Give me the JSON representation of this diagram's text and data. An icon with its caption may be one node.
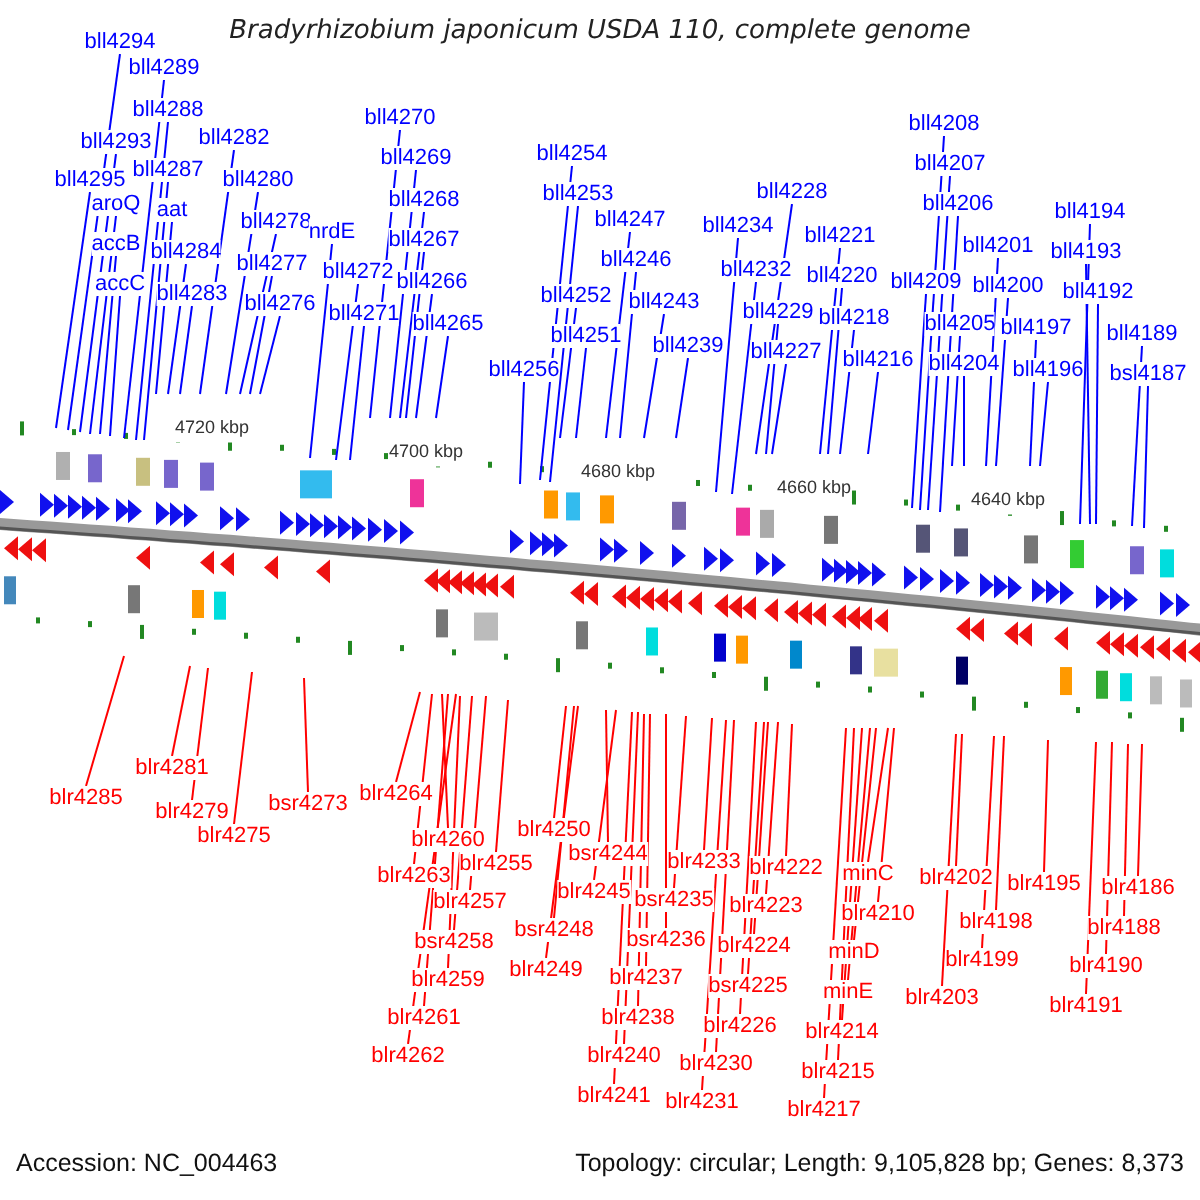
{
  "diagram": {
    "title": "Bradyrhizobium japonicum USDA 110, complete genome",
    "nodes": [
      {
        "text": [
          "bll4294"
        ]
      },
      {
        "text": [
          "bll4289"
        ]
      },
      {
        "text": [
          "bll4288"
        ]
      },
      {
        "text": [
          "bll4293"
        ]
      },
      {
        "text": [
          "bll4287"
        ]
      },
      {
        "text": [
          "bll4282"
        ]
      },
      {
        "text": [
          "bll4295"
        ]
      },
      {
        "text": [
          "aroQ"
        ]
      },
      {
        "text": [
          "aat"
        ]
      },
      {
        "text": [
          "accB"
        ]
      },
      {
        "text": [
          "bll4284"
        ]
      },
      {
        "text": [
          "accC"
        ]
      },
      {
        "text": [
          "bll4283"
        ]
      },
      {
        "text": [
          "bll4280"
        ]
      },
      {
        "text": [
          "bll4278"
        ]
      },
      {
        "text": [
          "bll4277"
        ]
      },
      {
        "text": [
          "bll4276"
        ]
      },
      {
        "text": [
          "nrdE"
        ]
      },
      {
        "text": [
          "bll4272"
        ]
      },
      {
        "text": [
          "bll4271"
        ]
      },
      {
        "text": [
          "bll4270"
        ]
      },
      {
        "text": [
          "bll4269"
        ]
      },
      {
        "text": [
          "bll4268"
        ]
      },
      {
        "text": [
          "bll4267"
        ]
      },
      {
        "text": [
          "bll4266"
        ]
      },
      {
        "text": [
          "bll4265"
        ]
      },
      {
        "text": [
          "bll4254"
        ]
      },
      {
        "text": [
          "bll4253"
        ]
      },
      {
        "text": [
          "bll4252"
        ]
      },
      {
        "text": [
          "bll4251"
        ]
      },
      {
        "text": [
          "bll4256"
        ]
      },
      {
        "text": [
          "bll4247"
        ]
      },
      {
        "text": [
          "bll4246"
        ]
      },
      {
        "text": [
          "bll4243"
        ]
      },
      {
        "text": [
          "bll4239"
        ]
      },
      {
        "text": [
          "bll4234"
        ]
      },
      {
        "text": [
          "bll4232"
        ]
      },
      {
        "text": [
          "bll4228"
        ]
      },
      {
        "text": [
          "bll4229"
        ]
      },
      {
        "text": [
          "bll4227"
        ]
      },
      {
        "text": [
          "bll4221"
        ]
      },
      {
        "text": [
          "bll4220"
        ]
      },
      {
        "text": [
          "bll4218"
        ]
      },
      {
        "text": [
          "bll4216"
        ]
      },
      {
        "text": [
          "bll4208"
        ]
      },
      {
        "text": [
          "bll4207"
        ]
      },
      {
        "text": [
          "bll4206"
        ]
      },
      {
        "text": [
          "bll4209"
        ]
      },
      {
        "text": [
          "bll4205"
        ]
      },
      {
        "text": [
          "bll4204"
        ]
      },
      {
        "text": [
          "bll4201"
        ]
      },
      {
        "text": [
          "bll4200"
        ]
      },
      {
        "text": [
          "bll4197"
        ]
      },
      {
        "text": [
          "bll4196"
        ]
      },
      {
        "text": [
          "bll4194"
        ]
      },
      {
        "text": [
          "bll4193"
        ]
      },
      {
        "text": [
          "bll4192"
        ]
      },
      {
        "text": [
          "bll4189"
        ]
      },
      {
        "text": [
          "bsl4187"
        ]
      },
      {
        "text": [
          "blr4285"
        ]
      },
      {
        "text": [
          "blr4281"
        ]
      },
      {
        "text": [
          "blr4279"
        ]
      },
      {
        "text": [
          "blr4275"
        ]
      },
      {
        "text": [
          "bsr4273"
        ]
      },
      {
        "text": [
          "blr4264"
        ]
      },
      {
        "text": [
          "blr4260"
        ]
      },
      {
        "text": [
          "blr4255"
        ]
      },
      {
        "text": [
          "blr4263"
        ]
      },
      {
        "text": [
          "blr4257"
        ]
      },
      {
        "text": [
          "bsr4258"
        ]
      },
      {
        "text": [
          "blr4259"
        ]
      },
      {
        "text": [
          "blr4261"
        ]
      },
      {
        "text": [
          "blr4262"
        ]
      },
      {
        "text": [
          "blr4250"
        ]
      },
      {
        "text": [
          "bsr4248"
        ]
      },
      {
        "text": [
          "blr4249"
        ]
      },
      {
        "text": [
          "bsr4244"
        ]
      },
      {
        "text": [
          "blr4245"
        ]
      },
      {
        "text": [
          "blr4233"
        ]
      },
      {
        "text": [
          "bsr4235"
        ]
      },
      {
        "text": [
          "bsr4236"
        ]
      },
      {
        "text": [
          "blr4237"
        ]
      },
      {
        "text": [
          "blr4238"
        ]
      },
      {
        "text": [
          "blr4240"
        ]
      },
      {
        "text": [
          "blr4241"
        ]
      },
      {
        "text": [
          "blr4222"
        ]
      },
      {
        "text": [
          "blr4223"
        ]
      },
      {
        "text": [
          "blr4224"
        ]
      },
      {
        "text": [
          "bsr4225"
        ]
      },
      {
        "text": [
          "blr4226"
        ]
      },
      {
        "text": [
          "blr4230"
        ]
      },
      {
        "text": [
          "blr4231"
        ]
      },
      {
        "text": [
          "minC"
        ]
      },
      {
        "text": [
          "blr4210"
        ]
      },
      {
        "text": [
          "minD"
        ]
      },
      {
        "text": [
          "minE"
        ]
      },
      {
        "text": [
          "blr4214"
        ]
      },
      {
        "text": [
          "blr4215"
        ]
      },
      {
        "text": [
          "blr4217"
        ]
      },
      {
        "text": [
          "blr4202"
        ]
      },
      {
        "text": [
          "blr4198"
        ]
      },
      {
        "text": [
          "blr4199"
        ]
      },
      {
        "text": [
          "blr4203"
        ]
      },
      {
        "text": [
          "blr4195"
        ]
      },
      {
        "text": [
          "blr4186"
        ]
      },
      {
        "text": [
          "blr4188"
        ]
      },
      {
        "text": [
          "blr4190"
        ]
      },
      {
        "text": [
          "blr4191"
        ]
      }
    ],
    "edges": [
      {
        "from": 0,
        "to": null,
        "arrow": "none"
      },
      {
        "from": 1,
        "to": null,
        "arrow": "none"
      },
      {
        "from": 2,
        "to": null,
        "arrow": "none"
      },
      {
        "from": 3,
        "to": null,
        "arrow": "none"
      },
      {
        "from": 4,
        "to": null,
        "arrow": "none"
      },
      {
        "from": 5,
        "to": null,
        "arrow": "none"
      },
      {
        "from": 6,
        "to": null,
        "arrow": "none"
      },
      {
        "from": 7,
        "to": null,
        "arrow": "none"
      },
      {
        "from": 8,
        "to": null,
        "arrow": "none"
      },
      {
        "from": 9,
        "to": null,
        "arrow": "none"
      },
      {
        "from": 10,
        "to": null,
        "arrow": "none"
      },
      {
        "from": 11,
        "to": null,
        "arrow": "none"
      },
      {
        "from": 12,
        "to": null,
        "arrow": "none"
      },
      {
        "from": 13,
        "to": null,
        "arrow": "none"
      },
      {
        "from": 14,
        "to": null,
        "arrow": "none"
      },
      {
        "from": 15,
        "to": null,
        "arrow": "none"
      },
      {
        "from": 16,
        "to": null,
        "arrow": "none"
      },
      {
        "from": 17,
        "to": null,
        "arrow": "none"
      },
      {
        "from": 18,
        "to": null,
        "arrow": "none"
      },
      {
        "from": 19,
        "to": null,
        "arrow": "none"
      },
      {
        "from": 20,
        "to": null,
        "arrow": "none"
      },
      {
        "from": 21,
        "to": null,
        "arrow": "none"
      },
      {
        "from": 22,
        "to": null,
        "arrow": "none"
      },
      {
        "from": 23,
        "to": null,
        "arrow": "none"
      },
      {
        "from": 24,
        "to": null,
        "arrow": "none"
      },
      {
        "from": 25,
        "to": null,
        "arrow": "none"
      },
      {
        "from": 26,
        "to": null,
        "arrow": "none"
      },
      {
        "from": 27,
        "to": null,
        "arrow": "none"
      },
      {
        "from": 28,
        "to": null,
        "arrow": "none"
      },
      {
        "from": 29,
        "to": null,
        "arrow": "none"
      },
      {
        "from": 30,
        "to": null,
        "arrow": "none"
      },
      {
        "from": 31,
        "to": null,
        "arrow": "none"
      },
      {
        "from": 32,
        "to": null,
        "arrow": "none"
      },
      {
        "from": 33,
        "to": null,
        "arrow": "none"
      },
      {
        "from": 34,
        "to": null,
        "arrow": "none"
      },
      {
        "from": 35,
        "to": null,
        "arrow": "none"
      },
      {
        "from": 36,
        "to": null,
        "arrow": "none"
      },
      {
        "from": 37,
        "to": null,
        "arrow": "none"
      },
      {
        "from": 38,
        "to": null,
        "arrow": "none"
      },
      {
        "from": 39,
        "to": null,
        "arrow": "none"
      },
      {
        "from": 40,
        "to": null,
        "arrow": "none"
      },
      {
        "from": 41,
        "to": null,
        "arrow": "none"
      },
      {
        "from": 42,
        "to": null,
        "arrow": "none"
      },
      {
        "from": 43,
        "to": null,
        "arrow": "none"
      },
      {
        "from": 44,
        "to": null,
        "arrow": "none"
      },
      {
        "from": 45,
        "to": null,
        "arrow": "none"
      },
      {
        "from": 46,
        "to": null,
        "arrow": "none"
      },
      {
        "from": 47,
        "to": null,
        "arrow": "none"
      },
      {
        "from": 48,
        "to": null,
        "arrow": "none"
      },
      {
        "from": 49,
        "to": null,
        "arrow": "none"
      },
      {
        "from": 50,
        "to": null,
        "arrow": "none"
      },
      {
        "from": 51,
        "to": null,
        "arrow": "none"
      },
      {
        "from": 52,
        "to": null,
        "arrow": "none"
      },
      {
        "from": 53,
        "to": null,
        "arrow": "none"
      },
      {
        "from": 54,
        "to": null,
        "arrow": "none"
      },
      {
        "from": 55,
        "to": null,
        "arrow": "none"
      },
      {
        "from": 56,
        "to": null,
        "arrow": "none"
      },
      {
        "from": 57,
        "to": null,
        "arrow": "none"
      },
      {
        "from": 58,
        "to": null,
        "arrow": "none"
      },
      {
        "from": 59,
        "to": null,
        "arrow": "none",
        "color": "#ff0000"
      },
      {
        "from": 60,
        "to": null,
        "arrow": "none",
        "color": "#ff0000"
      },
      {
        "from": 61,
        "to": null,
        "arrow": "none",
        "color": "#ff0000"
      },
      {
        "from": 62,
        "to": null,
        "arrow": "none",
        "color": "#ff0000"
      },
      {
        "from": 63,
        "to": null,
        "arrow": "none",
        "color": "#ff0000"
      },
      {
        "from": 64,
        "to": null,
        "arrow": "none",
        "color": "#ff0000"
      },
      {
        "from": 65,
        "to": null,
        "arrow": "none",
        "color": "#ff0000"
      },
      {
        "from": 66,
        "to": null,
        "arrow": "none",
        "color": "#ff0000"
      },
      {
        "from": 67,
        "to": null,
        "arrow": "none",
        "color": "#ff0000"
      },
      {
        "from": 68,
        "to": null,
        "arrow": "none",
        "color": "#ff0000"
      },
      {
        "from": 69,
        "to": null,
        "arrow": "none",
        "color": "#ff0000"
      },
      {
        "from": 70,
        "to": null,
        "arrow": "none",
        "color": "#ff0000"
      },
      {
        "from": 71,
        "to": null,
        "arrow": "none",
        "color": "#ff0000"
      },
      {
        "from": 72,
        "to": null,
        "arrow": "none",
        "color": "#ff0000"
      },
      {
        "from": 73,
        "to": null,
        "arrow": "none",
        "color": "#ff0000"
      },
      {
        "from": 74,
        "to": null,
        "arrow": "none",
        "color": "#ff0000"
      },
      {
        "from": 75,
        "to": null,
        "arrow": "none",
        "color": "#ff0000"
      },
      {
        "from": 76,
        "to": null,
        "arrow": "none",
        "color": "#ff0000"
      },
      {
        "from": 77,
        "to": null,
        "arrow": "none",
        "color": "#ff0000"
      },
      {
        "from": 78,
        "to": null,
        "arrow": "none",
        "color": "#ff0000"
      },
      {
        "from": 79,
        "to": null,
        "arrow": "none",
        "color": "#ff0000"
      },
      {
        "from": 80,
        "to": null,
        "arrow": "none",
        "color": "#ff0000"
      },
      {
        "from": 81,
        "to": null,
        "arrow": "none",
        "color": "#ff0000"
      },
      {
        "from": 82,
        "to": null,
        "arrow": "none",
        "color": "#ff0000"
      },
      {
        "from": 83,
        "to": null,
        "arrow": "none",
        "color": "#ff0000"
      },
      {
        "from": 84,
        "to": null,
        "arrow": "none",
        "color": "#ff0000"
      },
      {
        "from": 85,
        "to": null,
        "arrow": "none",
        "color": "#ff0000"
      },
      {
        "from": 86,
        "to": null,
        "arrow": "none",
        "color": "#ff0000"
      },
      {
        "from": 87,
        "to": null,
        "arrow": "none",
        "color": "#ff0000"
      },
      {
        "from": 88,
        "to": null,
        "arrow": "none",
        "color": "#ff0000"
      },
      {
        "from": 89,
        "to": null,
        "arrow": "none",
        "color": "#ff0000"
      },
      {
        "from": 90,
        "to": null,
        "arrow": "none",
        "color": "#ff0000"
      },
      {
        "from": 91,
        "to": null,
        "arrow": "none",
        "color": "#ff0000"
      },
      {
        "from": 92,
        "to": null,
        "arrow": "none",
        "color": "#ff0000"
      },
      {
        "from": 93,
        "to": null,
        "arrow": "none",
        "color": "#ff0000"
      },
      {
        "from": 94,
        "to": null,
        "arrow": "none",
        "color": "#ff0000"
      },
      {
        "from": 95,
        "to": null,
        "arrow": "none",
        "color": "#ff0000"
      },
      {
        "from": 96,
        "to": null,
        "arrow": "none",
        "color": "#ff0000"
      },
      {
        "from": 97,
        "to": null,
        "arrow": "none",
        "color": "#ff0000"
      },
      {
        "from": 98,
        "to": null,
        "arrow": "none",
        "color": "#ff0000"
      },
      {
        "from": 99,
        "to": null,
        "arrow": "none",
        "color": "#ff0000"
      },
      {
        "from": 100,
        "to": null,
        "arrow": "none",
        "color": "#ff0000"
      },
      {
        "from": 101,
        "to": null,
        "arrow": "none",
        "color": "#ff0000"
      },
      {
        "from": 102,
        "to": null,
        "arrow": "none",
        "color": "#ff0000"
      },
      {
        "from": 103,
        "to": null,
        "arrow": "none",
        "color": "#ff0000"
      },
      {
        "from": 104,
        "to": null,
        "arrow": "none",
        "color": "#ff0000"
      },
      {
        "from": 105,
        "to": null,
        "arrow": "none",
        "color": "#ff0000"
      },
      {
        "from": 106,
        "to": null,
        "arrow": "none",
        "color": "#ff0000"
      },
      {
        "from": 107,
        "to": null,
        "arrow": "none",
        "color": "#ff0000"
      }
    ],
    "labels": [
      "4720 kbp",
      "4700 kbp",
      "4680 kbp",
      "4660 kbp",
      "4640 kbp",
      "Accession: NC_004463",
      "Topology: circular; Length: 9,105,828 bp; Genes: 8,373"
    ]
  }
}
